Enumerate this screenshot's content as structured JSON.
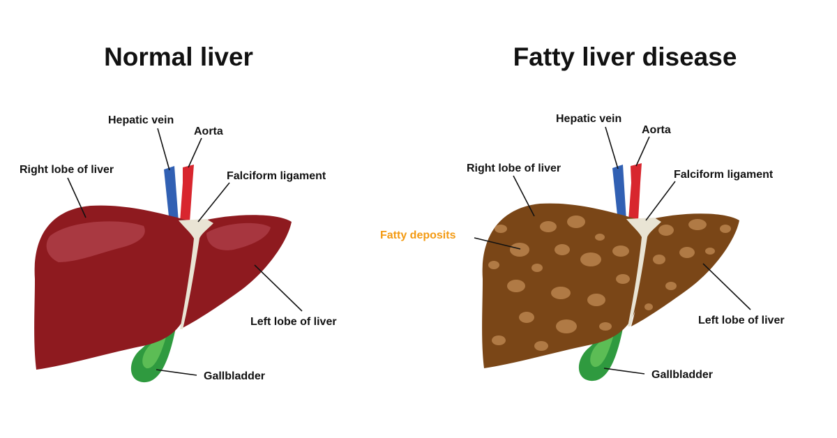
{
  "colors": {
    "healthy_liver": "#8e1a1f",
    "healthy_liver_highlight": "#b84a55",
    "fatty_liver": "#7a4617",
    "fatty_deposit": "#b07a45",
    "gallbladder": "#2f9a3f",
    "gallbladder_light": "#5cbd55",
    "hepatic_vein": "#3160b3",
    "aorta": "#d8262e",
    "ligament": "#e9e4d4",
    "accent_label": "#f39a12"
  },
  "panels": [
    {
      "title": "Normal liver",
      "labels": {
        "hepatic_vein": "Hepatic vein",
        "aorta": "Aorta",
        "right_lobe": "Right lobe of liver",
        "falciform": "Falciform ligament",
        "left_lobe": "Left lobe of liver",
        "gallbladder": "Gallbladder"
      }
    },
    {
      "title": "Fatty liver disease",
      "labels": {
        "hepatic_vein": "Hepatic vein",
        "aorta": "Aorta",
        "right_lobe": "Right lobe of liver",
        "falciform": "Falciform ligament",
        "fatty_deposits": "Fatty deposits",
        "left_lobe": "Left lobe of liver",
        "gallbladder": "Gallbladder"
      }
    }
  ]
}
